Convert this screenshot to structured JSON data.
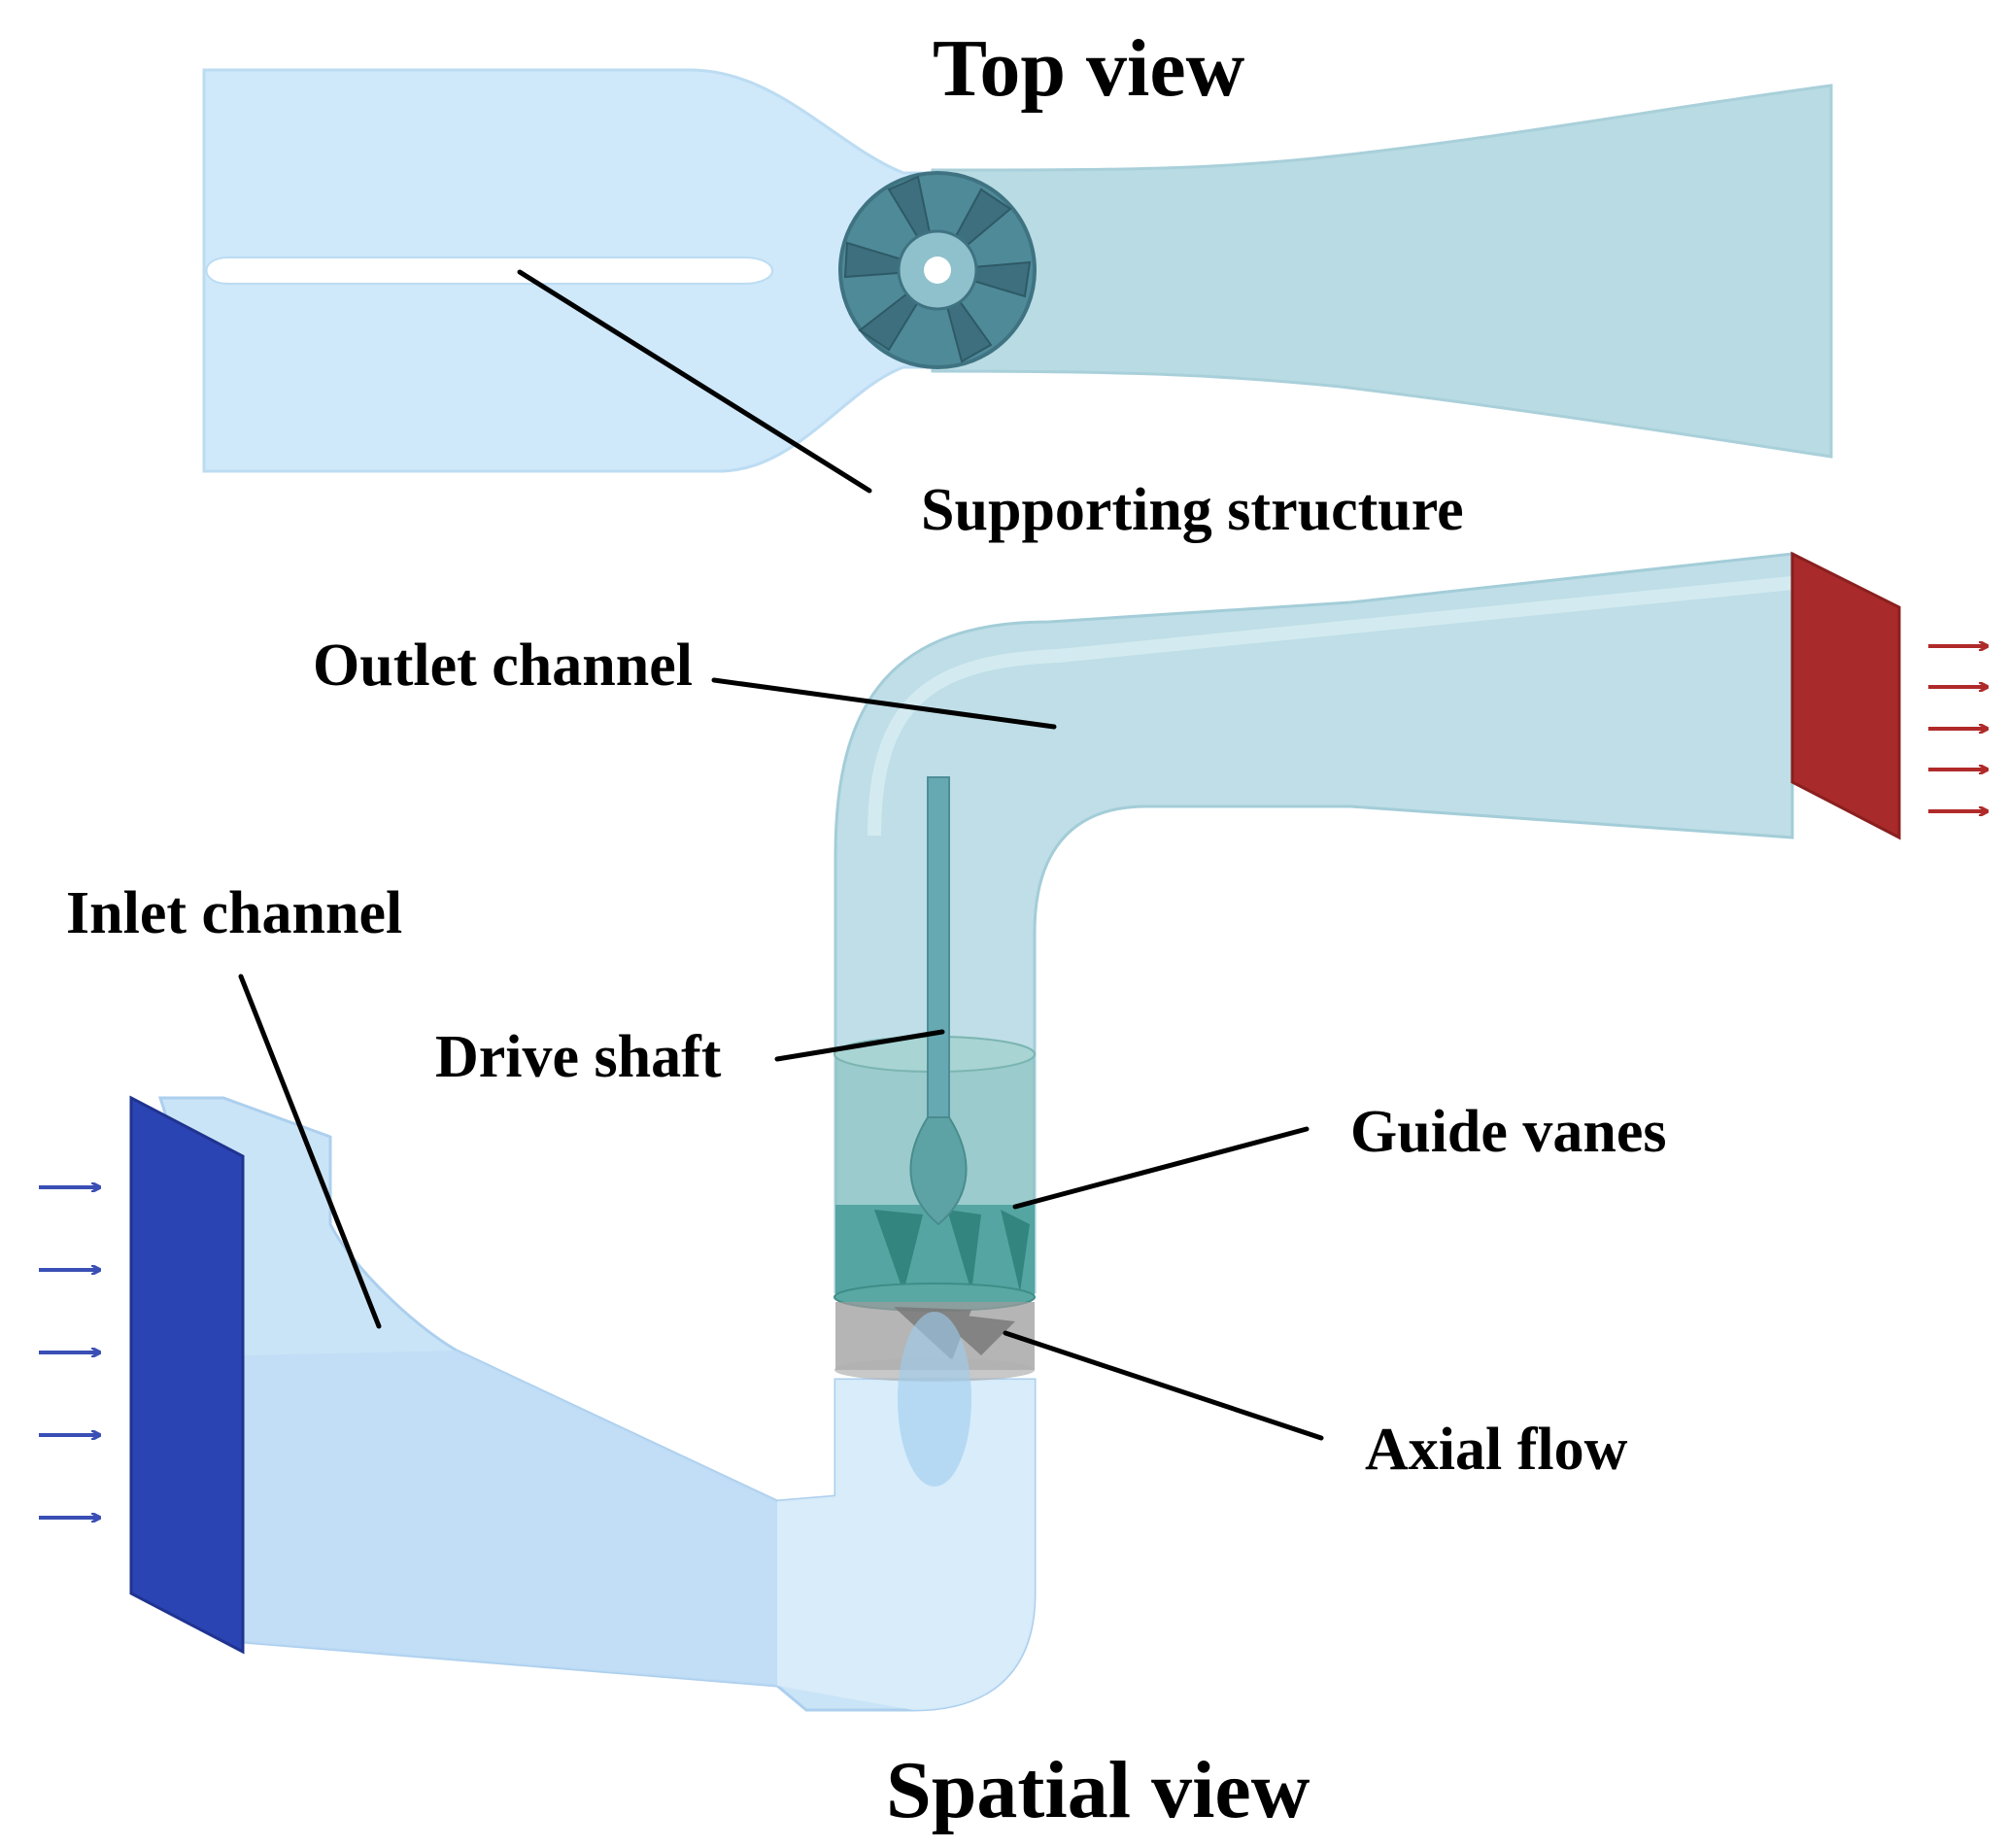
{
  "titles": {
    "top_view": "Top view",
    "spatial_view": "Spatial view"
  },
  "labels": {
    "supporting_structure": "Supporting structure",
    "outlet_channel": "Outlet channel",
    "inlet_channel": "Inlet channel",
    "drive_shaft": "Drive shaft",
    "guide_vanes": "Guide vanes",
    "axial_flow": "Axial flow"
  },
  "colors": {
    "inlet_face": "#2b44b3",
    "outlet_face": "#a92a2a",
    "inlet_arrow": "#3a4fb5",
    "outlet_arrow": "#b02a2a",
    "inlet_body": "#c8e3f7",
    "outlet_body": "#b9dbe3",
    "vanes": "#3e9a94",
    "impeller": "#9a9a9a"
  }
}
